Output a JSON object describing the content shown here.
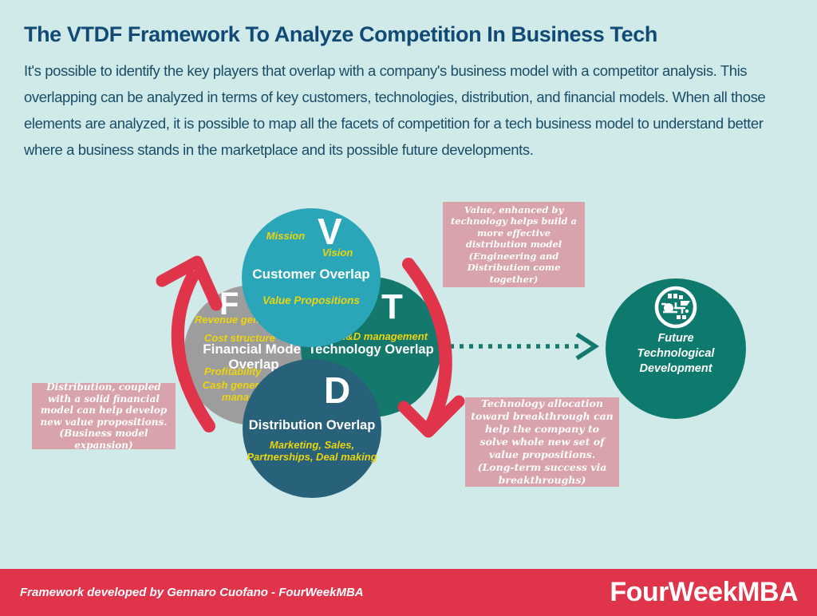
{
  "header": {
    "title": "The VTDF Framework To Analyze Competition In Business Tech",
    "description": "It's possible to identify the key players that overlap with a company's business model with a competitor analysis. This overlapping can be analyzed in terms of key customers, technologies, distribution, and financial models. When all those elements are analyzed, it is possible to map all the facets of competition for a tech business model to understand better where a business stands in the marketplace and its possible future developments."
  },
  "circles": {
    "v": {
      "letter": "V",
      "label_mission": "Mission",
      "label_vision": "Vision",
      "title": "Customer Overlap",
      "label_value": "Value Propositions"
    },
    "f": {
      "letter": "F",
      "label_revenue": "Revenue generation",
      "label_cost": "Cost structure",
      "title": "Financial Model Overlap",
      "label_profit": "Profitability",
      "label_cash": "Cash generation and management"
    },
    "t": {
      "letter": "T",
      "label_rd": "R&D management",
      "title": "Technology Overlap"
    },
    "d": {
      "letter": "D",
      "title": "Distribution Overlap",
      "label_marketing": "Marketing, Sales, Partnerships, Deal making"
    },
    "future": {
      "title": "Future Technological Development",
      "icon": "circuit-board-icon"
    }
  },
  "notes": {
    "value_distribution": "Value, enhanced by technology helps build a more effective distribution model (Engineering and Distribution come together)",
    "technology_breakthrough": "Technology allocation toward breakthrough can help the company to solve whole new set of value propositions. (Long-term success via breakthroughs)",
    "distribution_financial": "Distribution, coupled with a solid financial model can help develop new value propositions. (Business model expansion)"
  },
  "footer": {
    "credit": "Framework developed by Gennaro Cuofano - FourWeekMBA",
    "logo": "FourWeekMBA"
  },
  "colors": {
    "background": "#cfeae8",
    "title_text": "#114a74",
    "vision_circle": "#2ba6b9",
    "financial_circle": "#9d9d9d",
    "technology_circle": "#15786c",
    "distribution_circle": "#27617a",
    "future_circle": "#0e7a6d",
    "note_box": "#d9a3ab",
    "accent_red": "#e0344b",
    "accent_yellow": "#ecd40e"
  }
}
